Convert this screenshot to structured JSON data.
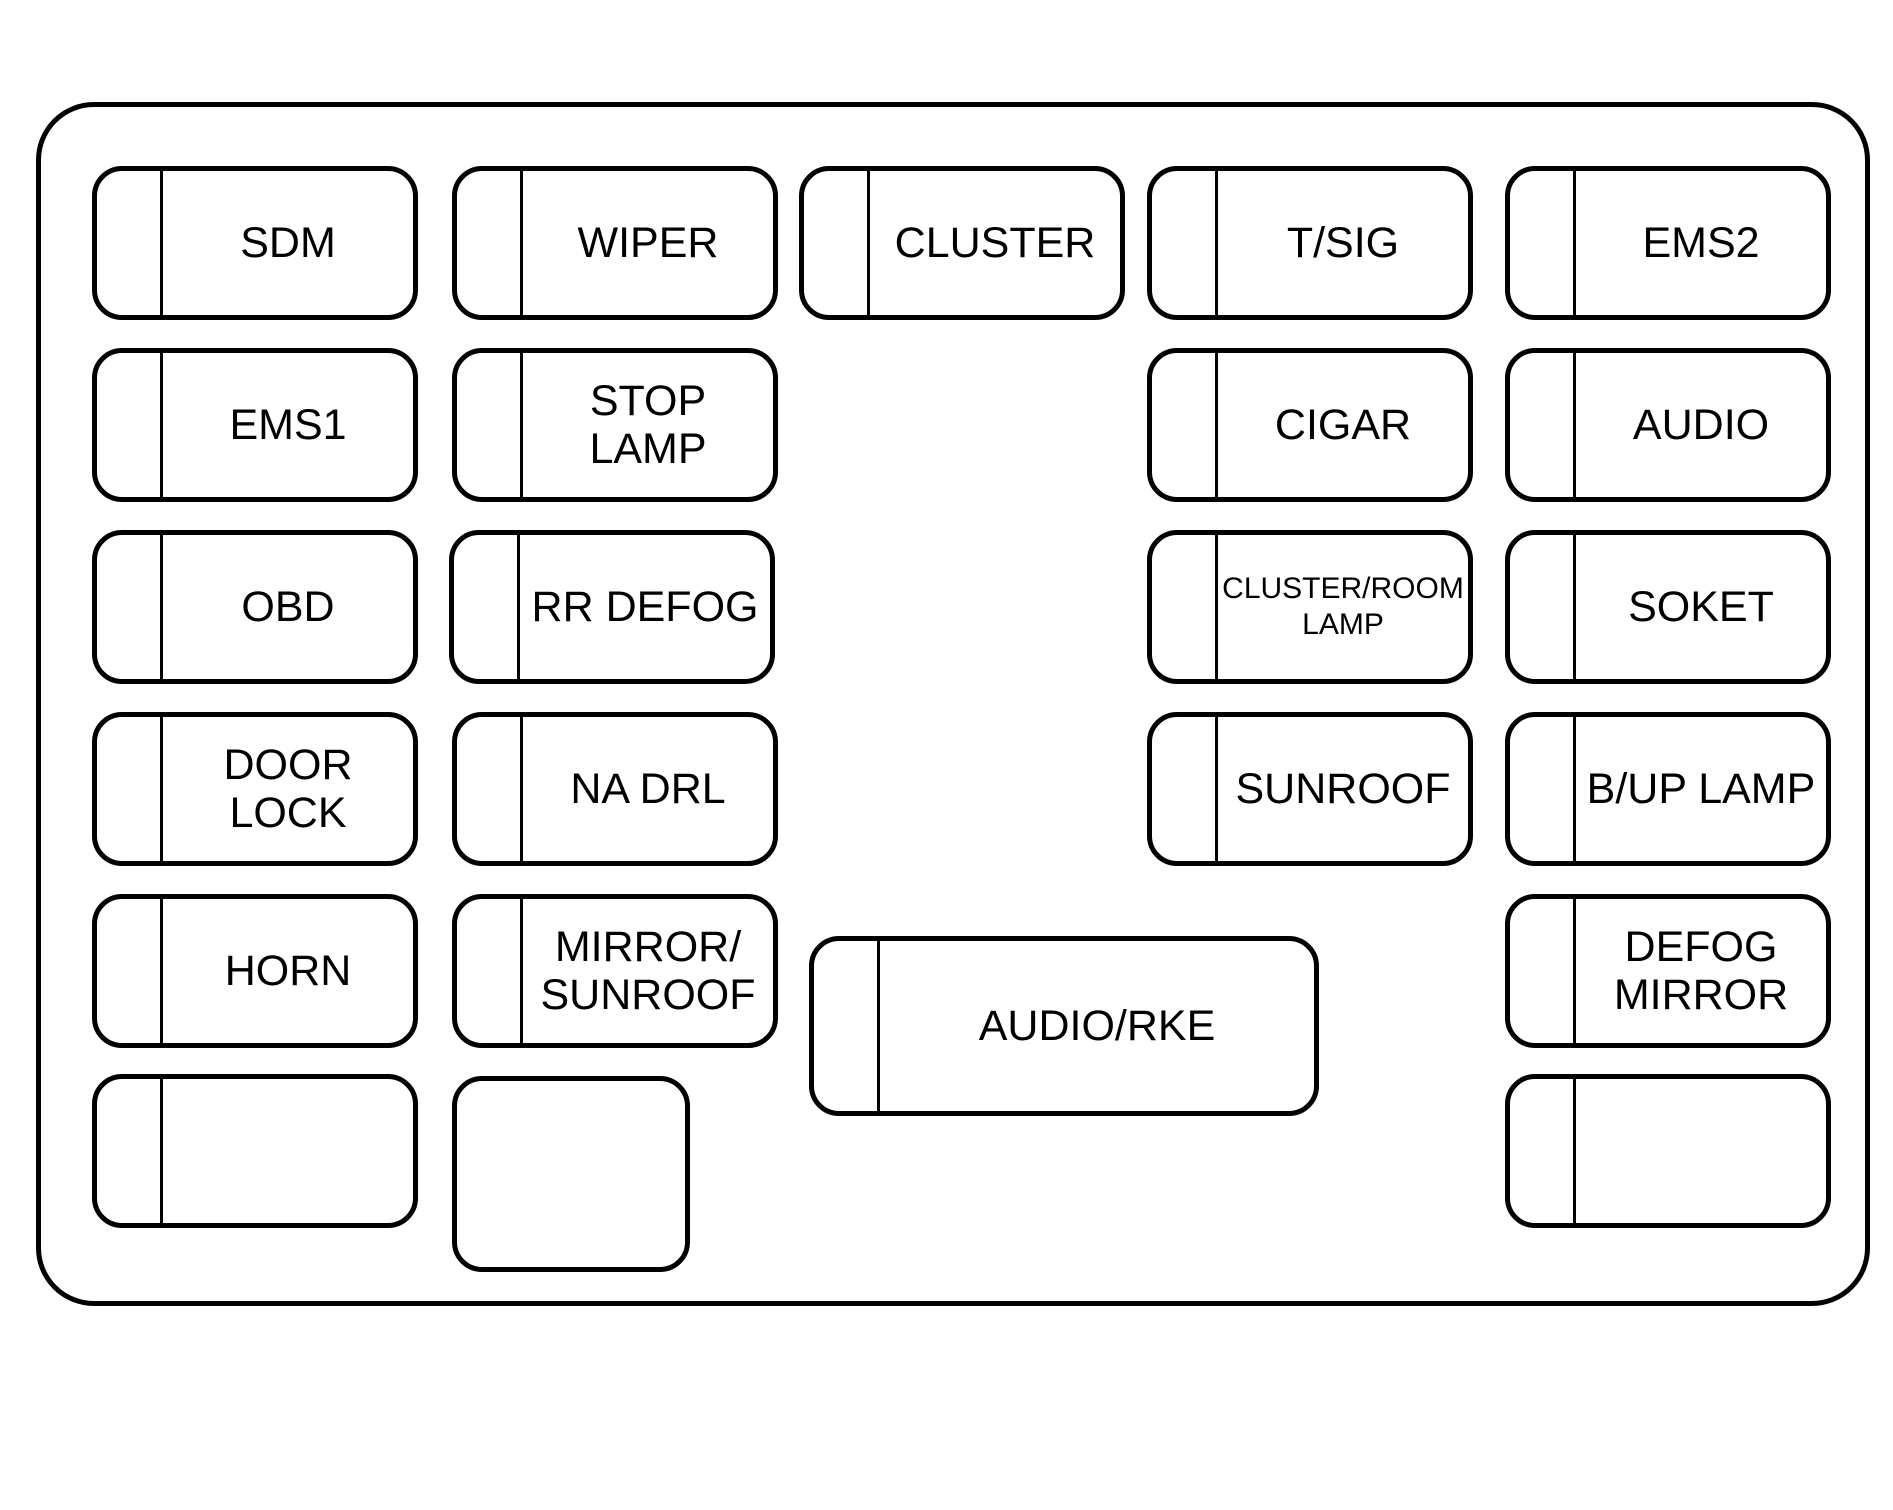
{
  "diagram": {
    "fuses": [
      {
        "id": "sdm",
        "label": "SDM"
      },
      {
        "id": "wiper",
        "label": "WIPER"
      },
      {
        "id": "cluster",
        "label": "CLUSTER"
      },
      {
        "id": "tsig",
        "label": "T/SIG"
      },
      {
        "id": "ems2",
        "label": "EMS2"
      },
      {
        "id": "ems1",
        "label": "EMS1"
      },
      {
        "id": "stop-lamp",
        "label": "STOP\nLAMP"
      },
      {
        "id": "cigar",
        "label": "CIGAR"
      },
      {
        "id": "audio",
        "label": "AUDIO"
      },
      {
        "id": "obd",
        "label": "OBD"
      },
      {
        "id": "rr-defog",
        "label": "RR DEFOG"
      },
      {
        "id": "cluster-room-lamp",
        "label": "CLUSTER/ROOM\nLAMP"
      },
      {
        "id": "soket",
        "label": "SOKET"
      },
      {
        "id": "door-lock",
        "label": "DOOR\nLOCK"
      },
      {
        "id": "na-drl",
        "label": "NA DRL"
      },
      {
        "id": "sunroof",
        "label": "SUNROOF"
      },
      {
        "id": "bup-lamp",
        "label": "B/UP LAMP"
      },
      {
        "id": "horn",
        "label": "HORN"
      },
      {
        "id": "mirror-sunroof",
        "label": "MIRROR/\nSUNROOF"
      },
      {
        "id": "audio-rke",
        "label": "AUDIO/RKE"
      },
      {
        "id": "defog-mirror",
        "label": "DEFOG\nMIRROR"
      },
      {
        "id": "spare-left",
        "label": ""
      },
      {
        "id": "spare-left-2",
        "label": ""
      },
      {
        "id": "spare-right",
        "label": ""
      }
    ]
  }
}
